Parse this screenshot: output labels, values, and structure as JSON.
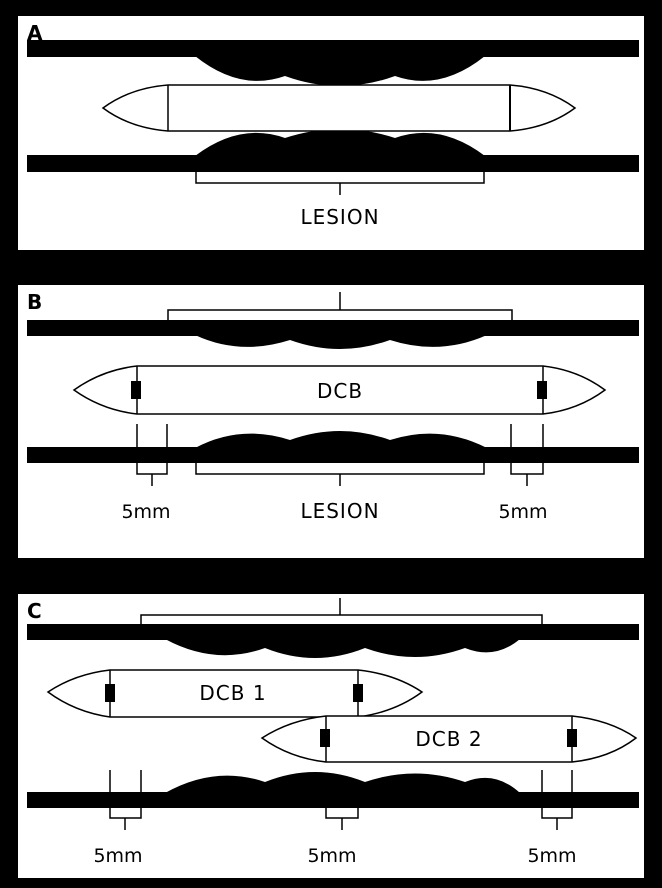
{
  "panels": [
    {
      "id": "A",
      "letter": "A",
      "lesion_label": "LESION",
      "balloons": []
    },
    {
      "id": "B",
      "letter": "B",
      "lesion_label": "LESION",
      "balloons": [
        {
          "label": "DCB"
        }
      ],
      "margin_labels": [
        "5mm",
        "5mm"
      ]
    },
    {
      "id": "C",
      "letter": "C",
      "balloons": [
        {
          "label": "DCB 1"
        },
        {
          "label": "DCB 2"
        }
      ],
      "margin_labels": [
        "5mm",
        "5mm",
        "5mm"
      ]
    }
  ],
  "colors": {
    "frame": "#000000",
    "panel": "#ffffff",
    "wall": "#000000",
    "balloon": "#ffffff"
  }
}
